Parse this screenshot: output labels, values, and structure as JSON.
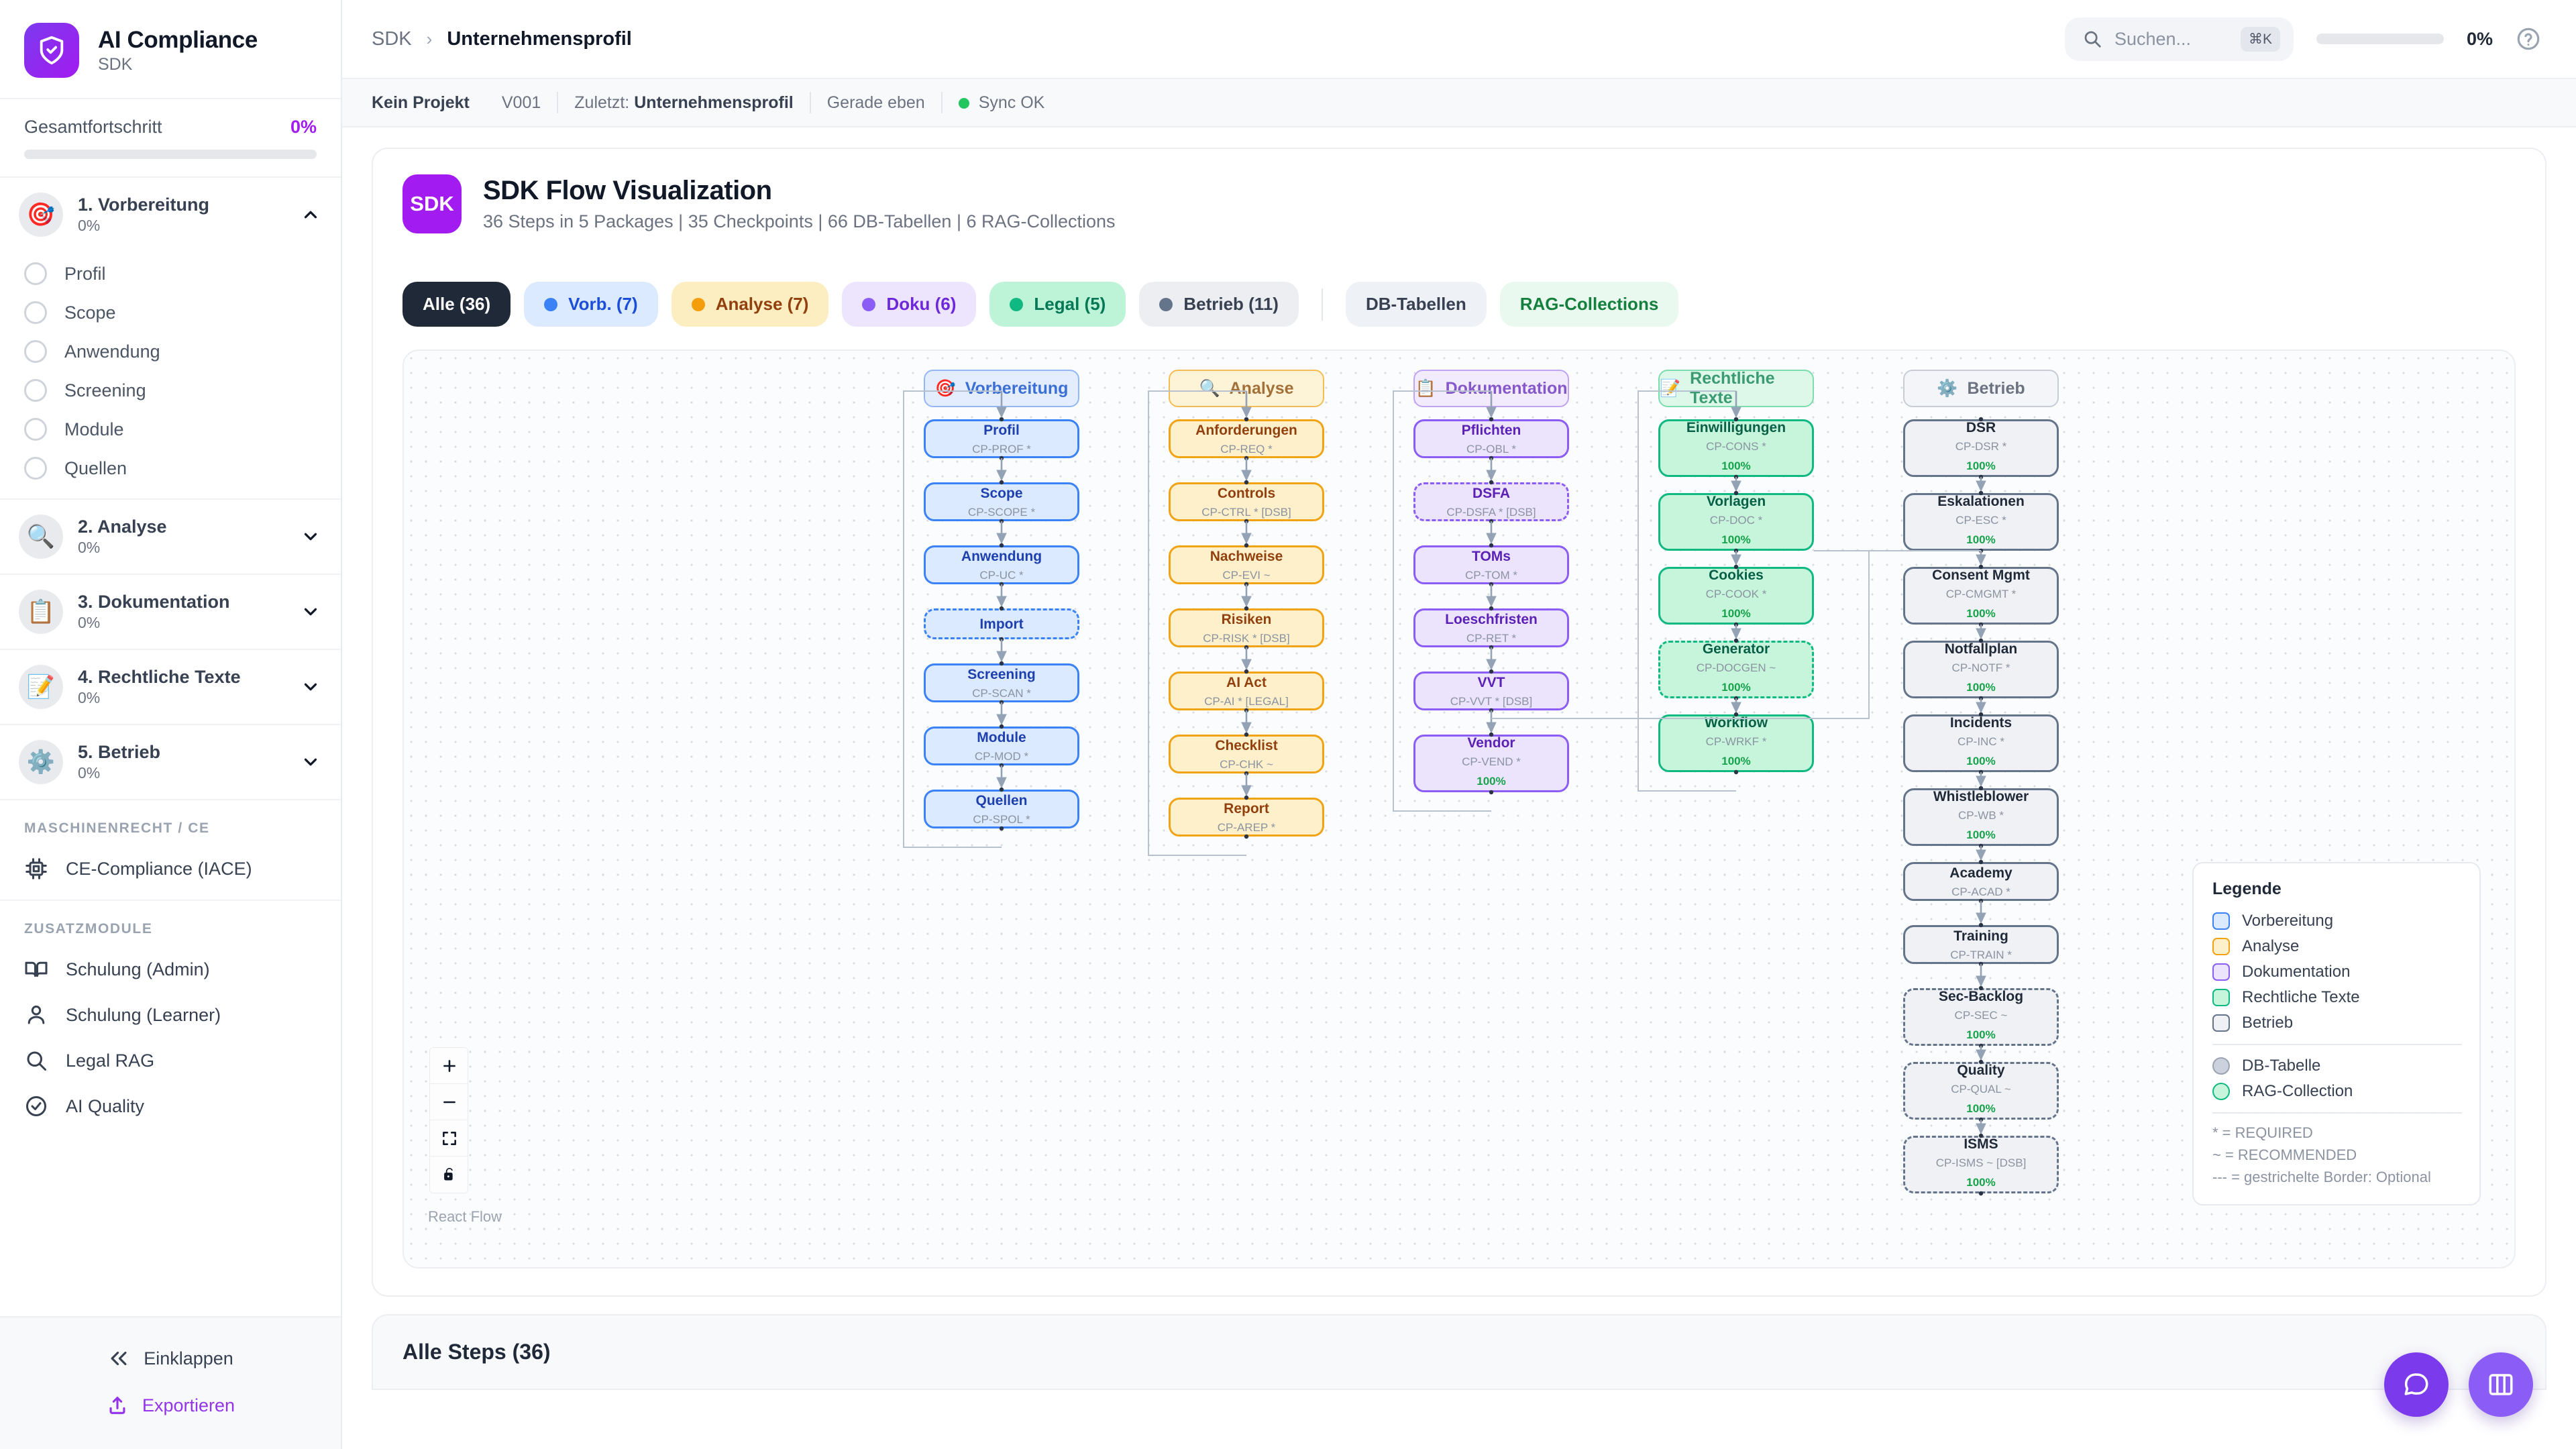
{
  "brand": {
    "title": "AI Compliance",
    "subtitle": "SDK",
    "logo_icon": "shield-check-icon",
    "logo_color": "#7c3aed"
  },
  "sidebar": {
    "overall_progress_label": "Gesamtfortschritt",
    "overall_progress_value": "0%",
    "phases": [
      {
        "emoji": "🎯",
        "name": "1. Vorbereitung",
        "pct": "0%",
        "expanded": true,
        "substeps": [
          {
            "label": "Profil"
          },
          {
            "label": "Scope"
          },
          {
            "label": "Anwendung"
          },
          {
            "label": "Screening"
          },
          {
            "label": "Module"
          },
          {
            "label": "Quellen"
          }
        ]
      },
      {
        "emoji": "🔍",
        "name": "2. Analyse",
        "pct": "0%",
        "expanded": false,
        "substeps": []
      },
      {
        "emoji": "📋",
        "name": "3. Dokumentation",
        "pct": "0%",
        "expanded": false,
        "substeps": []
      },
      {
        "emoji": "📝",
        "name": "4. Rechtliche Texte",
        "pct": "0%",
        "expanded": false,
        "substeps": []
      },
      {
        "emoji": "⚙️",
        "name": "5. Betrieb",
        "pct": "0%",
        "expanded": false,
        "substeps": []
      }
    ],
    "section_machine": "MASCHINENRECHT / CE",
    "machine_links": [
      {
        "icon": "chip-icon",
        "label": "CE-Compliance (IACE)"
      }
    ],
    "section_extras": "ZUSATZMODULE",
    "extra_links": [
      {
        "icon": "book-icon",
        "label": "Schulung (Admin)"
      },
      {
        "icon": "user-icon",
        "label": "Schulung (Learner)"
      },
      {
        "icon": "search-icon",
        "label": "Legal RAG"
      },
      {
        "icon": "check-circle-icon",
        "label": "AI Quality"
      }
    ],
    "footer": {
      "collapse_label": "Einklappen",
      "collapse_icon": "chevrons-left-icon",
      "export_label": "Exportieren",
      "export_icon": "upload-icon",
      "export_color": "#9333ea"
    }
  },
  "topbar": {
    "breadcrumb_root": "SDK",
    "breadcrumb_sep": "›",
    "breadcrumb_current": "Unternehmensprofil",
    "search_placeholder": "Suchen...",
    "search_kbd": "⌘K",
    "progress_pct": "0%",
    "help_icon": "help-circle-icon"
  },
  "statusbar": {
    "project": "Kein Projekt",
    "version": "V001",
    "last_prefix": "Zuletzt:",
    "last_value": "Unternehmensprofil",
    "time": "Gerade eben",
    "sync": "Sync OK",
    "sync_color": "#22c55e"
  },
  "card": {
    "badge": "SDK",
    "title": "SDK Flow Visualization",
    "subtitle": "36 Steps in 5 Packages | 35 Checkpoints | 66 DB-Tabellen | 6 RAG-Collections"
  },
  "filters": [
    {
      "key": "all",
      "label": "Alle (36)",
      "dot": null,
      "active": true
    },
    {
      "key": "vorb",
      "label": "Vorb. (7)",
      "dot": "#3b82f6",
      "active": false
    },
    {
      "key": "analyse",
      "label": "Analyse (7)",
      "dot": "#f59e0b",
      "active": false
    },
    {
      "key": "doku",
      "label": "Doku (6)",
      "dot": "#8b5cf6",
      "active": false
    },
    {
      "key": "legal",
      "label": "Legal (5)",
      "dot": "#10b981",
      "active": false
    },
    {
      "key": "betrieb",
      "label": "Betrieb (11)",
      "dot": "#64748b",
      "active": false
    },
    {
      "key": "db",
      "label": "DB-Tabellen",
      "dot": null,
      "active": false
    },
    {
      "key": "rag",
      "label": "RAG-Collections",
      "dot": null,
      "active": false
    }
  ],
  "flow": {
    "groups": [
      {
        "emoji": "🎯",
        "label": "Vorbereitung",
        "cls": "h-vorb"
      },
      {
        "emoji": "🔍",
        "label": "Analyse",
        "cls": "h-anal"
      },
      {
        "emoji": "📋",
        "label": "Dokumentation",
        "cls": "h-doku"
      },
      {
        "emoji": "📝",
        "label": "Rechtliche Texte",
        "cls": "h-legal"
      },
      {
        "emoji": "⚙️",
        "label": "Betrieb",
        "cls": "h-betr"
      }
    ],
    "columns": [
      {
        "cls": "c-vorb",
        "nodes": [
          {
            "title": "Profil",
            "code": "CP-PROF *",
            "pct": null,
            "dashed": false
          },
          {
            "title": "Scope",
            "code": "CP-SCOPE *",
            "pct": null,
            "dashed": false
          },
          {
            "title": "Anwendung",
            "code": "CP-UC *",
            "pct": null,
            "dashed": false
          },
          {
            "title": "Import",
            "code": "",
            "pct": null,
            "dashed": true
          },
          {
            "title": "Screening",
            "code": "CP-SCAN *",
            "pct": null,
            "dashed": false
          },
          {
            "title": "Module",
            "code": "CP-MOD *",
            "pct": null,
            "dashed": false
          },
          {
            "title": "Quellen",
            "code": "CP-SPOL *",
            "pct": null,
            "dashed": false
          }
        ]
      },
      {
        "cls": "c-anal",
        "nodes": [
          {
            "title": "Anforderungen",
            "code": "CP-REQ *",
            "pct": null,
            "dashed": false
          },
          {
            "title": "Controls",
            "code": "CP-CTRL * [DSB]",
            "pct": null,
            "dashed": false
          },
          {
            "title": "Nachweise",
            "code": "CP-EVI ~",
            "pct": null,
            "dashed": false
          },
          {
            "title": "Risiken",
            "code": "CP-RISK * [DSB]",
            "pct": null,
            "dashed": false
          },
          {
            "title": "AI Act",
            "code": "CP-AI * [LEGAL]",
            "pct": null,
            "dashed": false
          },
          {
            "title": "Checklist",
            "code": "CP-CHK ~",
            "pct": null,
            "dashed": false
          },
          {
            "title": "Report",
            "code": "CP-AREP *",
            "pct": null,
            "dashed": false
          }
        ]
      },
      {
        "cls": "c-doku",
        "nodes": [
          {
            "title": "Pflichten",
            "code": "CP-OBL *",
            "pct": null,
            "dashed": false
          },
          {
            "title": "DSFA",
            "code": "CP-DSFA * [DSB]",
            "pct": null,
            "dashed": true
          },
          {
            "title": "TOMs",
            "code": "CP-TOM *",
            "pct": null,
            "dashed": false
          },
          {
            "title": "Loeschfristen",
            "code": "CP-RET *",
            "pct": null,
            "dashed": false
          },
          {
            "title": "VVT",
            "code": "CP-VVT * [DSB]",
            "pct": null,
            "dashed": false
          },
          {
            "title": "Vendor",
            "code": "CP-VEND *",
            "pct": "100%",
            "dashed": false
          }
        ]
      },
      {
        "cls": "c-legal",
        "nodes": [
          {
            "title": "Einwilligungen",
            "code": "CP-CONS *",
            "pct": "100%",
            "dashed": false
          },
          {
            "title": "Vorlagen",
            "code": "CP-DOC *",
            "pct": "100%",
            "dashed": false
          },
          {
            "title": "Cookies",
            "code": "CP-COOK *",
            "pct": "100%",
            "dashed": false
          },
          {
            "title": "Generator",
            "code": "CP-DOCGEN ~",
            "pct": "100%",
            "dashed": true
          },
          {
            "title": "Workflow",
            "code": "CP-WRKF *",
            "pct": "100%",
            "dashed": false
          }
        ]
      },
      {
        "cls": "c-betr",
        "nodes": [
          {
            "title": "DSR",
            "code": "CP-DSR *",
            "pct": "100%",
            "dashed": false
          },
          {
            "title": "Eskalationen",
            "code": "CP-ESC *",
            "pct": "100%",
            "dashed": false
          },
          {
            "title": "Consent Mgmt",
            "code": "CP-CMGMT *",
            "pct": "100%",
            "dashed": false
          },
          {
            "title": "Notfallplan",
            "code": "CP-NOTF *",
            "pct": "100%",
            "dashed": false
          },
          {
            "title": "Incidents",
            "code": "CP-INC *",
            "pct": "100%",
            "dashed": false
          },
          {
            "title": "Whistleblower",
            "code": "CP-WB *",
            "pct": "100%",
            "dashed": false
          },
          {
            "title": "Academy",
            "code": "CP-ACAD *",
            "pct": null,
            "dashed": false
          },
          {
            "title": "Training",
            "code": "CP-TRAIN *",
            "pct": null,
            "dashed": false
          },
          {
            "title": "Sec-Backlog",
            "code": "CP-SEC ~",
            "pct": "100%",
            "dashed": true
          },
          {
            "title": "Quality",
            "code": "CP-QUAL ~",
            "pct": "100%",
            "dashed": true
          },
          {
            "title": "ISMS",
            "code": "CP-ISMS ~ [DSB]",
            "pct": "100%",
            "dashed": true
          }
        ]
      }
    ],
    "legend": {
      "title": "Legende",
      "categories": [
        {
          "label": "Vorbereitung",
          "fill": "#dbeafe",
          "stroke": "#3b82f6"
        },
        {
          "label": "Analyse",
          "fill": "#fdf0ca",
          "stroke": "#f0a315"
        },
        {
          "label": "Dokumentation",
          "fill": "#ece4fd",
          "stroke": "#8b5cf6"
        },
        {
          "label": "Rechtliche Texte",
          "fill": "#c7f5dc",
          "stroke": "#10b981"
        },
        {
          "label": "Betrieb",
          "fill": "#eff1f5",
          "stroke": "#64748b"
        }
      ],
      "types": [
        {
          "label": "DB-Tabelle",
          "fill": "#cbd2dd",
          "stroke": "#9aa3b0"
        },
        {
          "label": "RAG-Collection",
          "fill": "#c7f5dc",
          "stroke": "#10b981"
        }
      ],
      "notes": [
        "* = REQUIRED",
        "~ = RECOMMENDED",
        "--- = gestrichelte Border: Optional"
      ]
    },
    "controls": [
      {
        "icon": "plus-icon",
        "name": "zoom-in-button"
      },
      {
        "icon": "minus-icon",
        "name": "zoom-out-button"
      },
      {
        "icon": "fit-view-icon",
        "name": "fit-view-button"
      },
      {
        "icon": "lock-icon",
        "name": "lock-button"
      }
    ],
    "attribution": "React Flow"
  },
  "steps_section": {
    "title": "Alle Steps (36)"
  },
  "fabs": [
    {
      "icon": "chat-icon",
      "name": "chat-fab",
      "color": "#7c3aed"
    },
    {
      "icon": "panel-icon",
      "name": "panel-fab",
      "color": "#8b5cf6"
    }
  ]
}
